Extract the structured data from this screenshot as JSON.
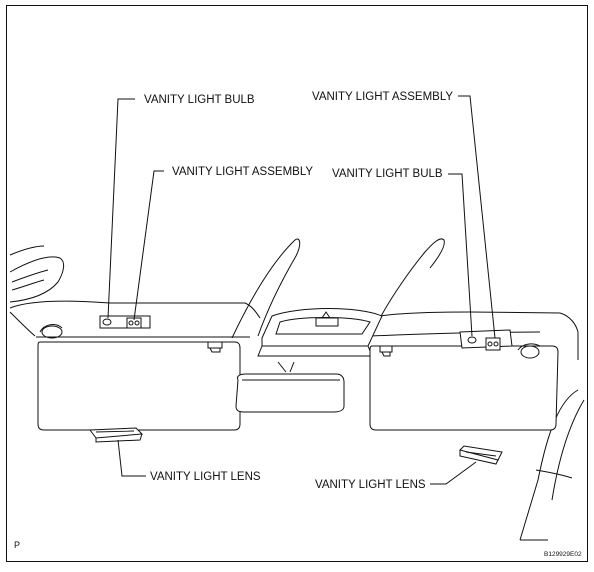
{
  "labels": {
    "left_bulb": "VANITY LIGHT BULB",
    "left_assembly": "VANITY LIGHT ASSEMBLY",
    "left_lens": "VANITY LIGHT LENS",
    "right_assembly": "VANITY LIGHT ASSEMBLY",
    "right_bulb": "VANITY LIGHT BULB",
    "right_lens": "VANITY LIGHT LENS"
  },
  "corner": {
    "page_mark": "P",
    "figure_code": "B129929E02"
  }
}
